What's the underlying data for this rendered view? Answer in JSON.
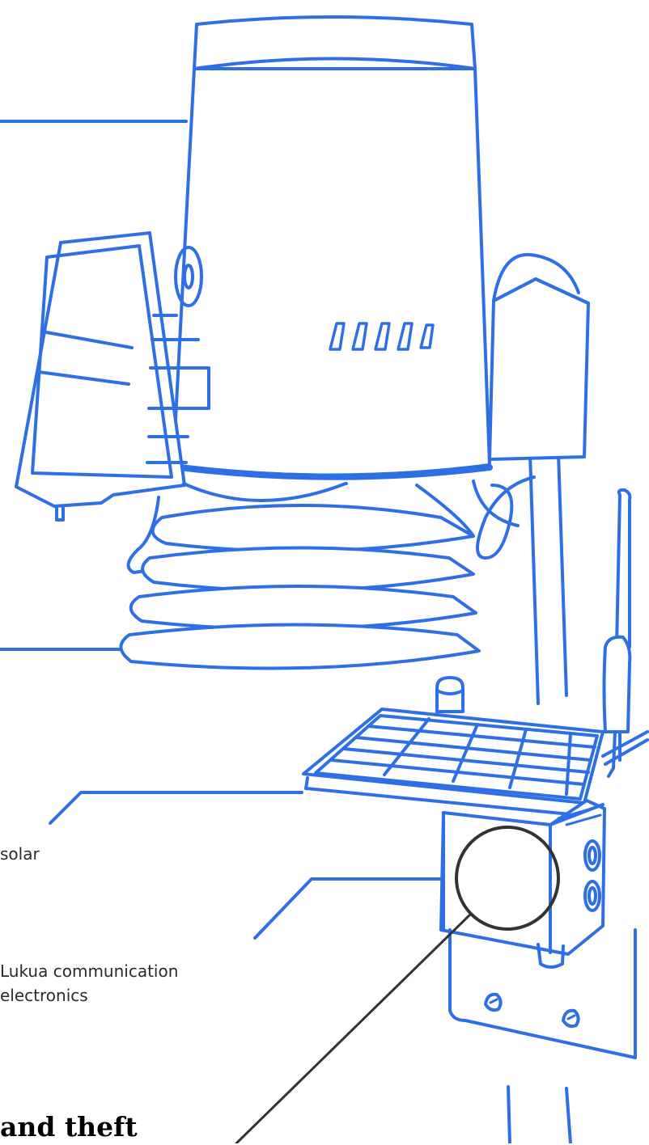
{
  "colors": {
    "stroke": "#2F6FE6",
    "pointer": "#333333",
    "text": "#2a2a2a",
    "heading": "#000000"
  },
  "labels": {
    "solar": "solar",
    "comm_line1": "Lukua communication",
    "comm_line2": "electronics"
  },
  "heading": "and theft"
}
